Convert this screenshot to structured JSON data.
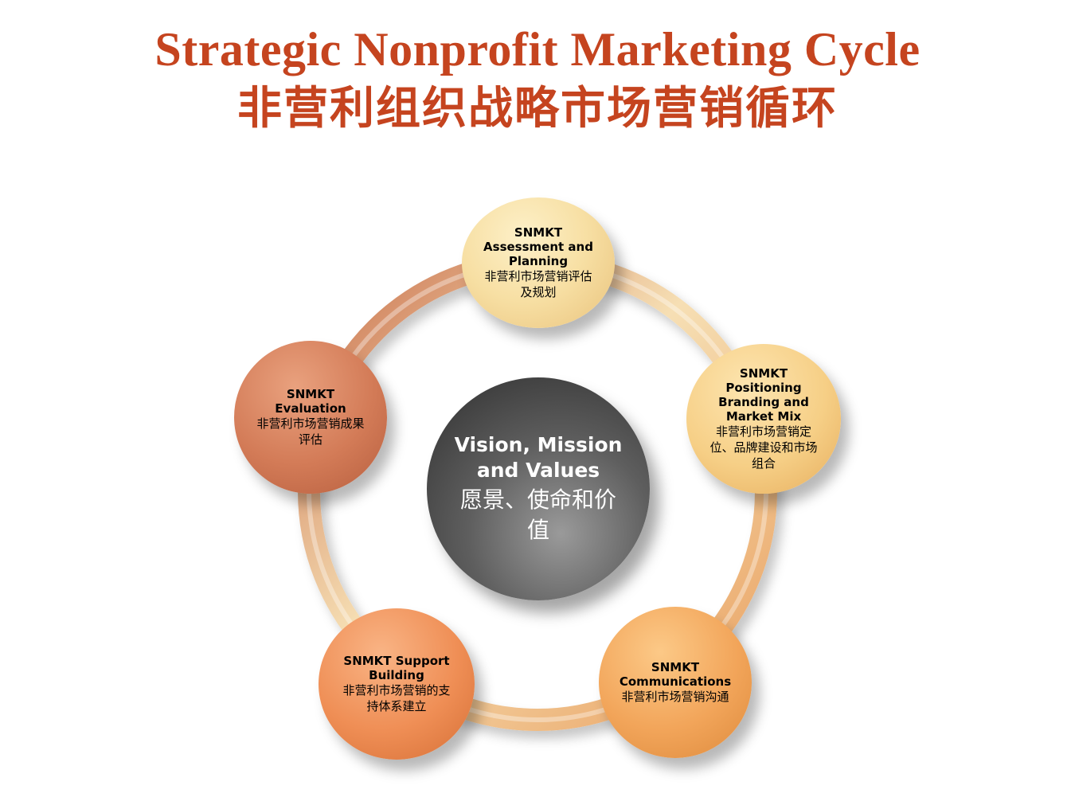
{
  "title": {
    "english": "Strategic Nonprofit Marketing Cycle",
    "chinese": "非营利组织战略市场营销循环"
  },
  "center": {
    "english": "Vision, Mission and Values",
    "chinese": "愿景、使命和价值"
  },
  "nodes": [
    {
      "id": "assessment",
      "english": "SNMKT Assessment and Planning",
      "chinese": "非营利市场营销评估及规划"
    },
    {
      "id": "positioning",
      "english": "SNMKT Positioning Branding and Market Mix",
      "chinese": "非营利市场营销定位、品牌建设和市场组合"
    },
    {
      "id": "communications",
      "english": "SNMKT Communications",
      "chinese": "非营利市场营销沟通"
    },
    {
      "id": "support",
      "english": "SNMKT Support Building",
      "chinese": "非营利市场营销的支持体系建立"
    },
    {
      "id": "evaluation",
      "english": "SNMKT Evaluation",
      "chinese": "非营利市场营销成果评估"
    }
  ],
  "colors": {
    "title": "#c5441f",
    "ring_light": "#f5dcae",
    "ring_dark": "#d98a5c",
    "center_dark": "#2e2e2e",
    "center_light": "#9a9a9a"
  }
}
